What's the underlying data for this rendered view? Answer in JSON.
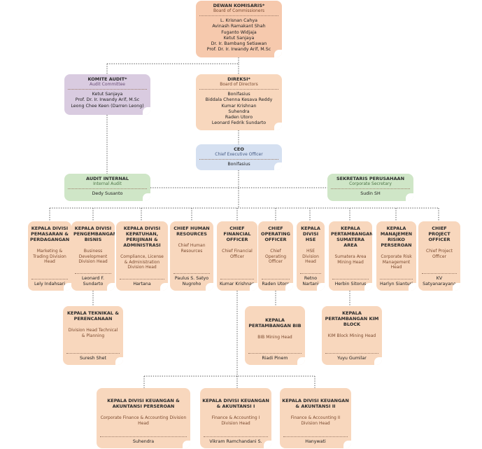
{
  "commissioners": {
    "title": "DEWAN KOMISARIS*",
    "subtitle": "Board of Commissioners",
    "members": [
      "L. Krisnan Cahya",
      "Avinash Ramakant Shah",
      "Fuganto Widjaja",
      "Ketut Sanjaya",
      "Dr. Ir. Bambang Setiawan",
      "Prof. Dr. Ir. Irwandy Arif, M.Sc"
    ]
  },
  "audit_committee": {
    "title": "KOMITE AUDIT*",
    "subtitle": "Audit Committee",
    "members": [
      "Ketut Sanjaya",
      "Prof. Dr. Ir. Irwandy Arif, M.Sc",
      "Leong Chee Keen (Darren Leong)"
    ]
  },
  "directors": {
    "title": "DIREKSI*",
    "subtitle": "Board of Directors",
    "members": [
      "Bonifasius",
      "Biddala Chenna Kesava Reddy",
      "Kumar Krishnan",
      "Suhendra",
      "Raden Utoro",
      "Leonard Fedrik Sundarto"
    ]
  },
  "ceo": {
    "title": "CEO",
    "subtitle": "Chief Executive Officer",
    "name": "Bonifasius"
  },
  "internal_audit": {
    "title": "AUDIT INTERNAL",
    "subtitle": "Internal Audit",
    "name": "Dedy Susanto"
  },
  "corp_secretary": {
    "title": "SEKRETARIS PERUSAHAAN",
    "subtitle": "Corporate Secretary",
    "name": "Sudin SH"
  },
  "units": [
    {
      "title": "KEPALA DIVISI PEMASARAN & PERDAGANGAN",
      "desc": "Marketing & Trading Division Head",
      "name": "Lely Indahsari"
    },
    {
      "title": "KEPALA DIVISI PENGEMBANGAN BISNIS",
      "desc": "Business Development Division Head",
      "name": "Leonard F. Sundarto"
    },
    {
      "title": "KEPALA DIVISI KEPATUHAN, PERIJINAN & ADMINISTRASI",
      "desc": "Compliance, License & Administration Division Head",
      "name": "Hartana"
    },
    {
      "title": "CHIEF HUMAN RESOURCES",
      "desc": "Chief Human Resources",
      "name": "Paulus S. Satyo Nugroho"
    },
    {
      "title": "CHIEF FINANCIAL OFFICER",
      "desc": "Chief Financial Officer",
      "name": "Kumar Krishnan"
    },
    {
      "title": "CHIEF OPERATING OFFICER",
      "desc": "Chief Operating Officer",
      "name": "Raden Utoro"
    },
    {
      "title": "KEPALA DIVISI HSE",
      "desc": "HSE Division Head",
      "name": "Retno Nartani"
    },
    {
      "title": "KEPALA PERTAMBANGAN SUMATERA AREA",
      "desc": "Sumatera Area Mining Head",
      "name": "Herbin Sitorus"
    },
    {
      "title": "KEPALA MANAJEMEN RISIKO PERSEROAN",
      "desc": "Corporate Risk Management Head",
      "name": "Harlyn Sianturi"
    },
    {
      "title": "CHIEF PROJECT OFFICER",
      "desc": "Chief Project Officer",
      "name": "KV Satyanarayana"
    }
  ],
  "planning": {
    "title": "KEPALA TEKNIKAL & PERENCANAAN",
    "desc": "Division Head Technical & Planning",
    "name": "Suresh Shet"
  },
  "bib": {
    "title": "KEPALA PERTAMBANGAN BIB",
    "desc": "BIB Mining Head",
    "name": "Riadi Pinem"
  },
  "kim": {
    "title": "KEPALA PERTAMBANGAN KIM BLOCK",
    "desc": "KIM Block Mining Head",
    "name": "Yuyu Gumilar"
  },
  "finance": [
    {
      "title": "KEPALA DIVISI KEUANGAN & AKUNTANSI PERSEROAN",
      "desc": "Corporate Finance & Accounting Division Head",
      "name": "Suhendra"
    },
    {
      "title": "KEPALA DIVISI KEUANGAN & AKUNTANSI I",
      "desc": "Finance & Accounting I Division Head",
      "name": "Vikram Ramchandani S."
    },
    {
      "title": "KEPALA DIVISI KEUANGAN & AKUNTANSI II",
      "desc": "Finance & Accounting II Division Head",
      "name": "Hanywati"
    }
  ]
}
